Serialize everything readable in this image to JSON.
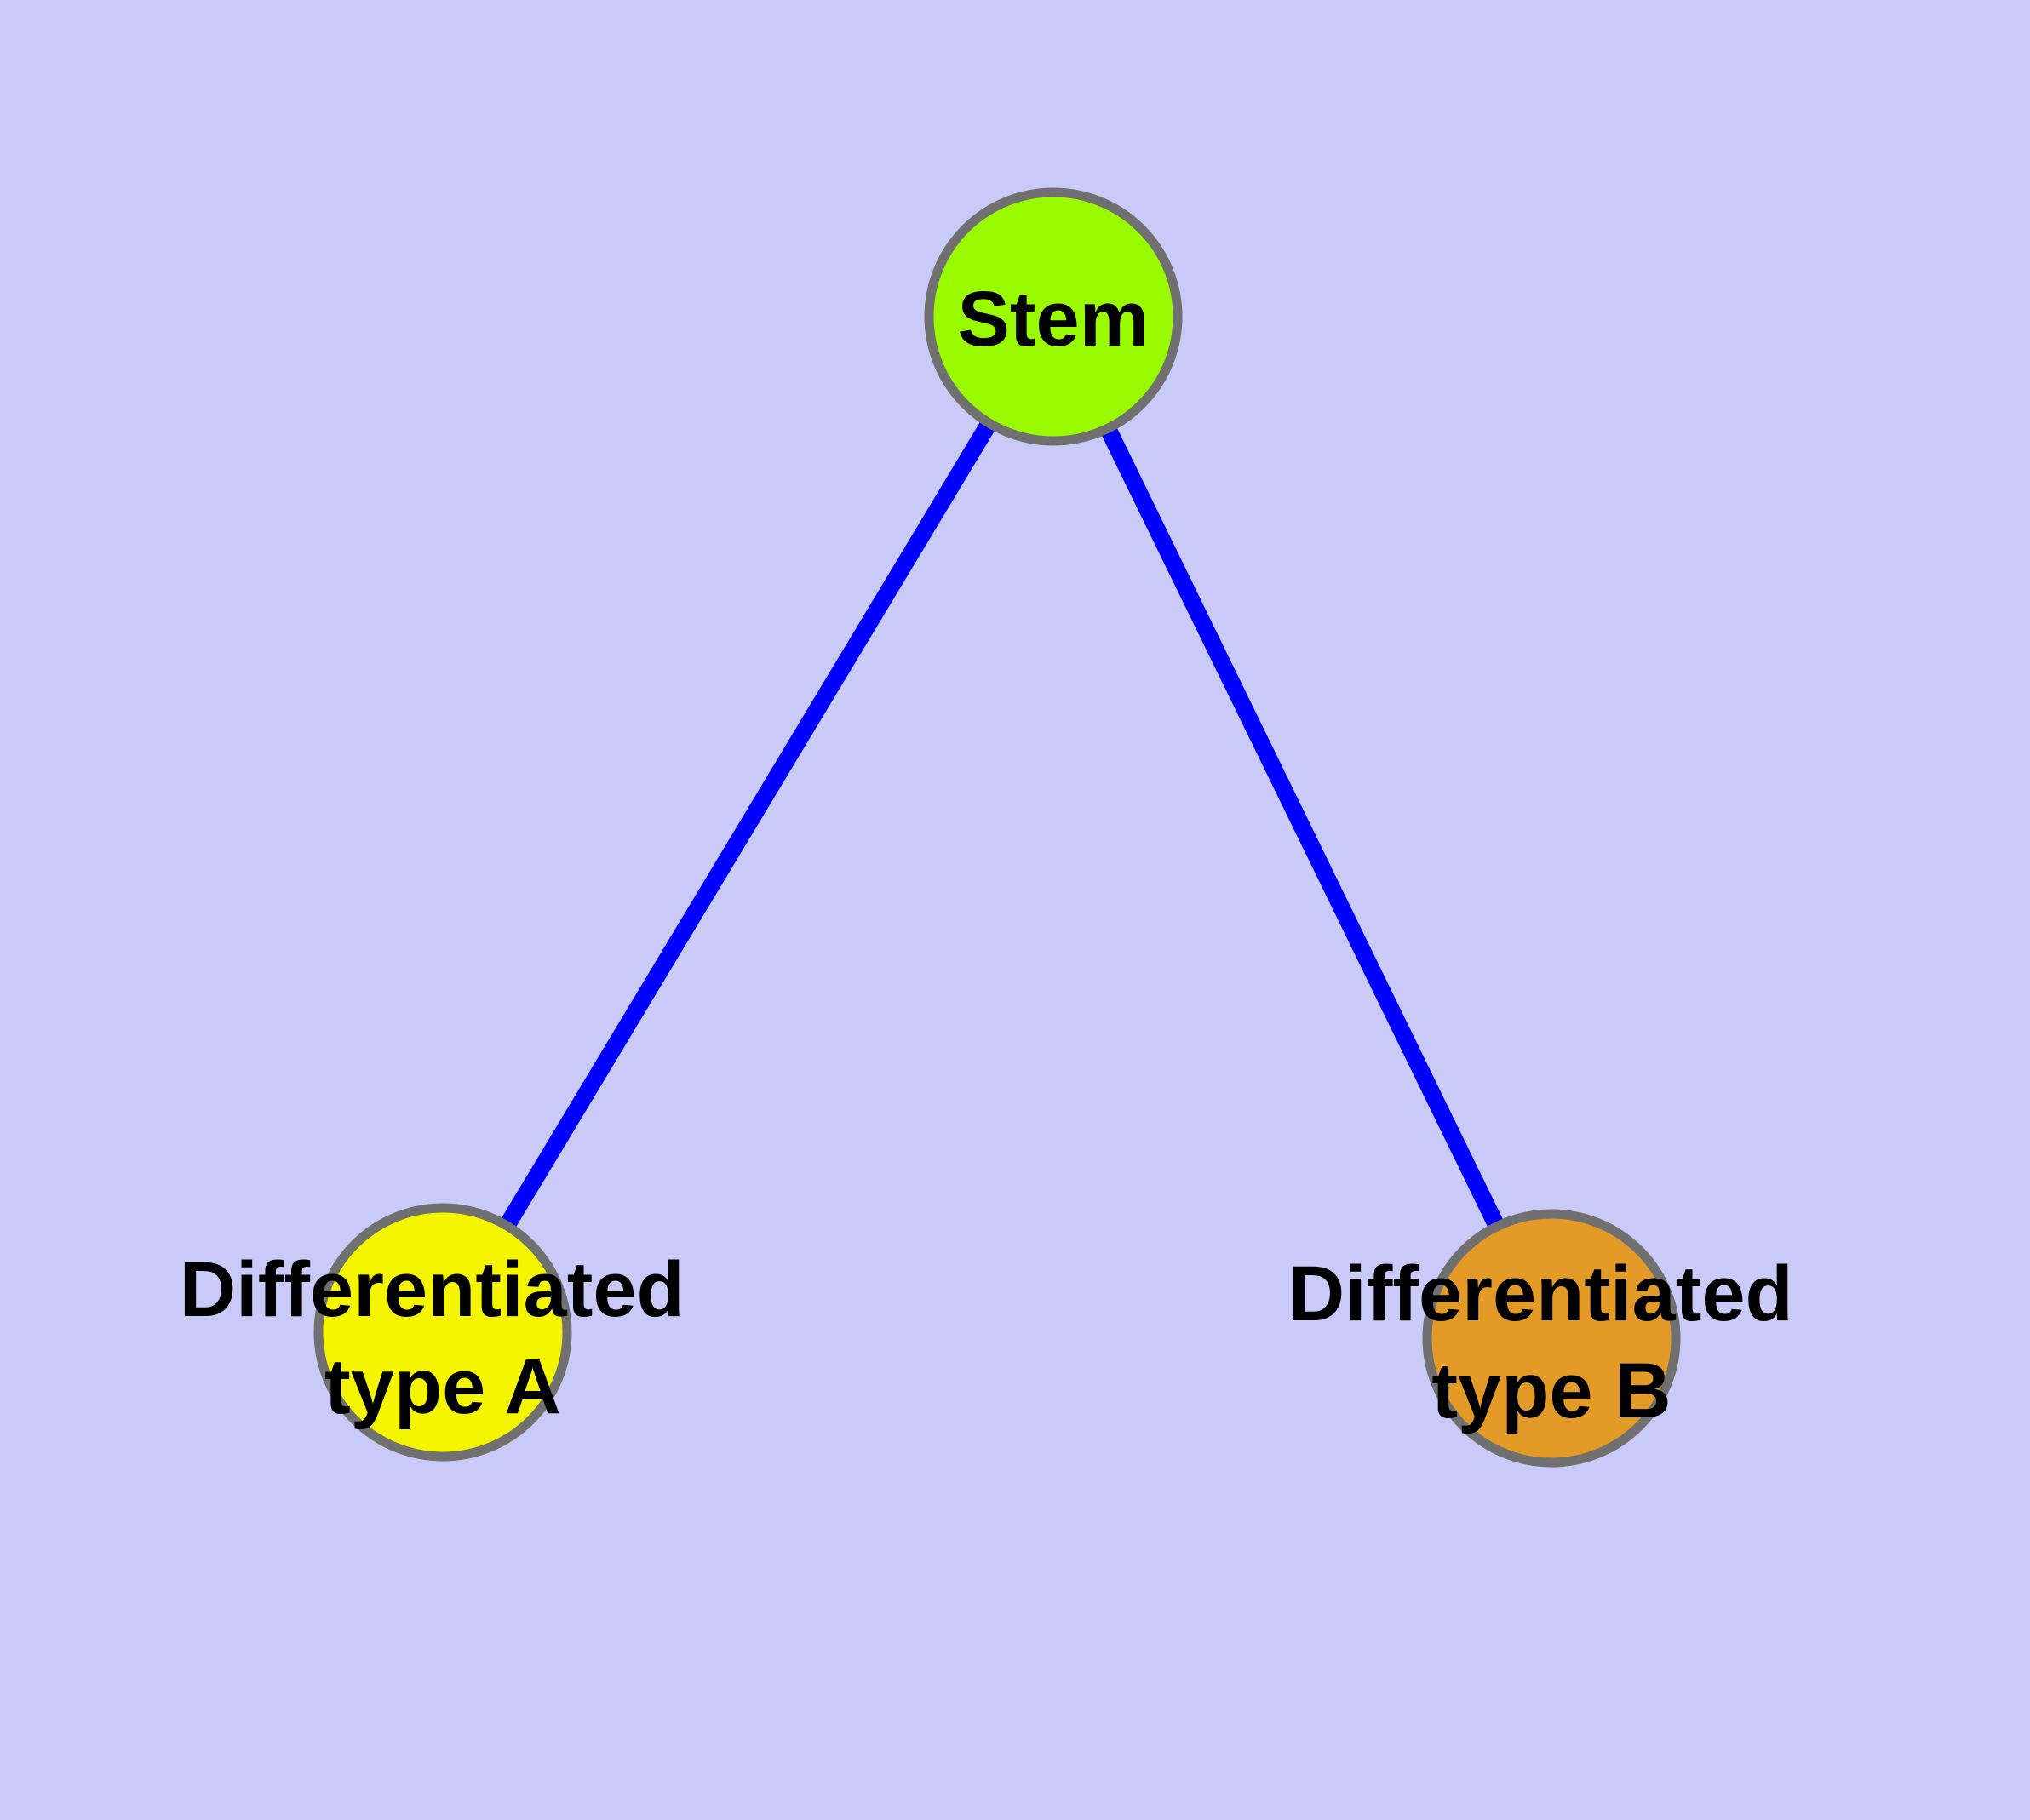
{
  "diagram": {
    "background": "#CACAF8",
    "label_color": "#000000",
    "nodes": [
      {
        "id": "stem",
        "label": "Stem",
        "shape": "circle",
        "fill": "#9AFB00",
        "stroke": "#707070"
      },
      {
        "id": "differentiated-type-a",
        "label": "Differentiated type A",
        "label_line1": "Differentiated",
        "label_line2": "type A",
        "shape": "circle",
        "fill": "#F5F500",
        "stroke": "#707070"
      },
      {
        "id": "differentiated-type-b",
        "label": "Differentiated type B",
        "label_line1": "Differentiated",
        "label_line2": "type B",
        "shape": "circle",
        "fill": "#E39A26",
        "stroke": "#707070"
      }
    ],
    "edges": [
      {
        "from": "stem",
        "to": "differentiated-type-a",
        "style": "solid",
        "color": "#0000FF"
      },
      {
        "from": "stem",
        "to": "differentiated-type-b",
        "style": "solid",
        "color": "#0000FF"
      }
    ]
  }
}
